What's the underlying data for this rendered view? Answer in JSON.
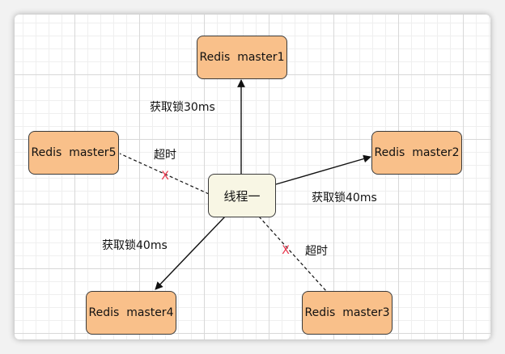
{
  "nodes": {
    "master1": "Redis  master1",
    "master2": "Redis  master2",
    "master3": "Redis  master3",
    "master4": "Redis  master4",
    "master5": "Redis  master5",
    "thread": "线程一"
  },
  "labels": {
    "to_master1": "获取锁30ms",
    "to_master2": "获取锁40ms",
    "to_master4": "获取锁40ms",
    "to_master5": "超时",
    "to_master3": "超时"
  },
  "failure_mark": "X",
  "colors": {
    "master_fill": "#f9c08a",
    "thread_fill": "#f8f6e4",
    "border": "#3a3a3a",
    "failure": "#e8334a"
  }
}
